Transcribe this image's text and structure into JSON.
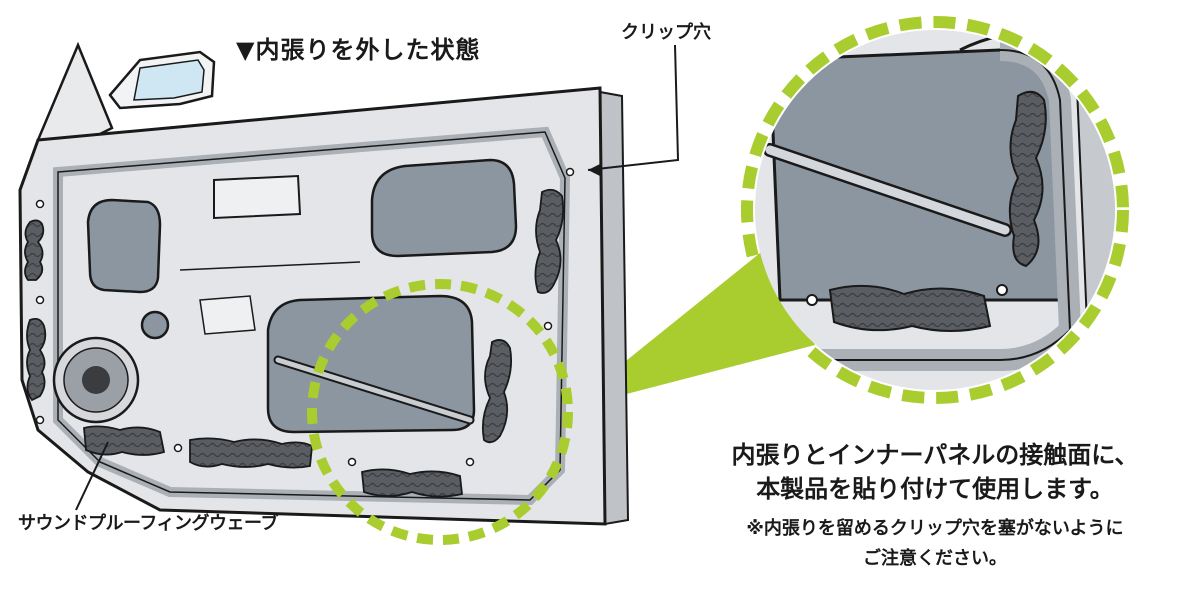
{
  "title": "▼内張りを外した状態",
  "labels": {
    "clip_hole": "クリップ穴",
    "sound_wave": "サウンドプルーフィングウェーブ"
  },
  "note": {
    "main_lines": [
      "内張りとインナーパネルの接触面に、",
      "本製品を貼り付けて使用します。"
    ],
    "sub_lines": [
      "※内張りを留めるクリップ穴を塞がないように",
      "ご注意ください。"
    ]
  },
  "colors": {
    "accent_green": "#a9cc2e",
    "door_metal": "#e3e5e8",
    "window_glass": "#8c96a0",
    "sound_pad": "#5a5d62",
    "outline": "#1a1a1a"
  }
}
